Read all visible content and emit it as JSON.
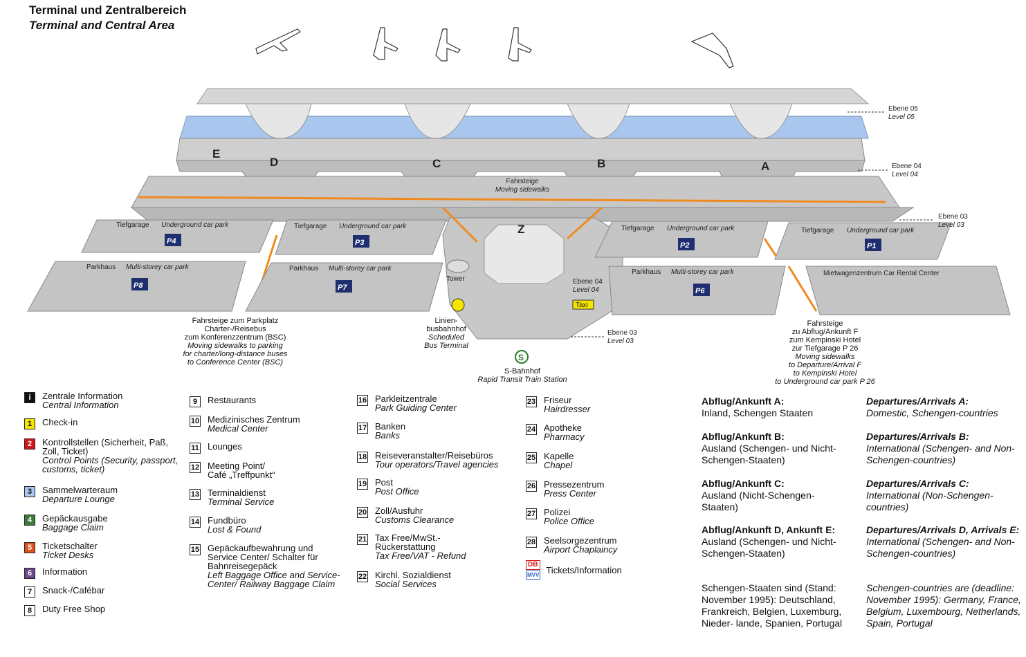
{
  "title": {
    "de": "Terminal und Zentralbereich",
    "en": "Terminal and Central Area"
  },
  "levels": {
    "l05_de": "Ebene 05",
    "l05_en": "Level 05",
    "l04_de": "Ebene 04",
    "l04_en": "Level 04",
    "l03_de": "Ebene 03",
    "l03_en": "Level 03",
    "l04b_de": "Ebene 04",
    "l04b_en": "Level 04",
    "l03b_de": "Ebene 03",
    "l03b_en": "Level 03"
  },
  "map": {
    "areas": [
      "E",
      "D",
      "C",
      "B",
      "A",
      "Z"
    ],
    "moving_de": "Fahrsteige",
    "moving_en": "Moving sidewalks",
    "tiefgarage": "Tiefgarage",
    "underground": "Underground car park",
    "parkhaus": "Parkhaus",
    "multistorey": "Multi-storey car park",
    "rental": "Mietwagenzentrum  Car Rental Center",
    "tower": "Tower",
    "taxi": "Taxi",
    "p_labels": [
      "P4",
      "P3",
      "P2",
      "P1",
      "P8",
      "P7",
      "P6"
    ]
  },
  "annotations": {
    "left": {
      "de1": "Fahrsteige zum Parkplatz",
      "de2": "Charter-/Reisebus",
      "de3": "zum Konferenzzentrum (BSC)",
      "en1": "Moving sidewalks to parking",
      "en2": "for charter/long-distance buses",
      "en3": "to Conference Center (BSC)"
    },
    "bus": {
      "de1": "Linien-",
      "de2": "busbahnhof",
      "en1": "Scheduled",
      "en2": "Bus Terminal"
    },
    "sbahn": {
      "de": "S-Bahnhof",
      "en": "Rapid Transit Train Station"
    },
    "right": {
      "de1": "Fahrsteige",
      "de2": "zu Abflug/Ankunft F",
      "de3": "zum Kempinski Hotel",
      "de4": "zur Tiefgarage P 26",
      "en1": "Moving sidewalks",
      "en2": "to Departure/Arrival F",
      "en3": "to Kempinski Hotel",
      "en4": "to Underground car park P 26"
    }
  },
  "legend_col1": [
    {
      "sym": "i",
      "color": "#111",
      "fg": "#fff",
      "de": "Zentrale Information",
      "en": "Central Information"
    },
    {
      "sym": "1",
      "color": "#f4e400",
      "fg": "#111",
      "de": "Check-in",
      "en": ""
    },
    {
      "sym": "2",
      "color": "#d8121b",
      "fg": "#fff",
      "de": "Kontrollstellen (Sicherheit, Paß, Zoll, Ticket)",
      "en": "Control Points (Security, passport, customs, ticket)"
    },
    {
      "sym": "3",
      "color": "#a9c6ee",
      "fg": "#111",
      "de": "Sammelwarteraum",
      "en": "Departure Lounge"
    },
    {
      "sym": "4",
      "color": "#3f7a3a",
      "fg": "#fff",
      "de": "Gepäckausgabe",
      "en": "Baggage Claim"
    },
    {
      "sym": "5",
      "color": "#e2501b",
      "fg": "#fff",
      "de": "Ticketschalter",
      "en": "Ticket Desks"
    },
    {
      "sym": "6",
      "color": "#6b4a8c",
      "fg": "#fff",
      "de": "Information",
      "en": ""
    },
    {
      "sym": "7",
      "color": "#fff",
      "fg": "#111",
      "de": "Snack-/Cafébar",
      "en": ""
    },
    {
      "sym": "8",
      "color": "#fff",
      "fg": "#111",
      "de": "Duty Free Shop",
      "en": ""
    }
  ],
  "legend_col2": [
    {
      "sym": "9",
      "de": "Restaurants",
      "en": ""
    },
    {
      "sym": "10",
      "de": "Medizinisches Zentrum",
      "en": "Medical Center"
    },
    {
      "sym": "11",
      "de": "Lounges",
      "en": ""
    },
    {
      "sym": "12",
      "de": "Meeting Point/ Café „Treffpunkt“",
      "en": ""
    },
    {
      "sym": "13",
      "de": "Terminaldienst",
      "en": "Terminal Service"
    },
    {
      "sym": "14",
      "de": "Fundbüro",
      "en": "Lost & Found"
    },
    {
      "sym": "15",
      "de": "Gepäckaufbewahrung und Service Center/ Schalter für Bahnreisegepäck",
      "en": "Left Baggage Office and Service-Center/ Railway Baggage Claim"
    }
  ],
  "legend_col3": [
    {
      "sym": "16",
      "de": "Parkleitzentrale",
      "en": "Park Guiding Center"
    },
    {
      "sym": "17",
      "de": "Banken",
      "en": "Banks"
    },
    {
      "sym": "18",
      "de": "Reiseveranstalter/Reisebüros",
      "en": "Tour operators/Travel agencies"
    },
    {
      "sym": "19",
      "de": "Post",
      "en": "Post Office"
    },
    {
      "sym": "20",
      "de": "Zoll/Ausfuhr",
      "en": "Customs Clearance"
    },
    {
      "sym": "21",
      "de": "Tax Free/MwSt.- Rückerstattung",
      "en": "Tax Free/VAT - Refund"
    },
    {
      "sym": "22",
      "de": "Kirchl. Sozialdienst",
      "en": "Social Services"
    }
  ],
  "legend_col4": [
    {
      "sym": "23",
      "de": "Friseur",
      "en": "Hairdresser"
    },
    {
      "sym": "24",
      "de": "Apotheke",
      "en": "Pharmacy"
    },
    {
      "sym": "25",
      "de": "Kapelle",
      "en": "Chapel"
    },
    {
      "sym": "26",
      "de": "Pressezentrum",
      "en": "Press Center"
    },
    {
      "sym": "27",
      "de": "Polizei",
      "en": "Police Office"
    },
    {
      "sym": "28",
      "de": "Seelsorgezentrum",
      "en": "Airport Chaplaincy"
    },
    {
      "sym": "DB",
      "sym2": "MVV",
      "de": "Tickets/Information",
      "en": ""
    }
  ],
  "departures_de": [
    {
      "h": "Abflug/Ankunft A:",
      "t": "Inland, Schengen Staaten"
    },
    {
      "h": "Abflug/Ankunft B:",
      "t": "Ausland (Schengen- und Nicht-Schengen-Staaten)"
    },
    {
      "h": "Abflug/Ankunft C:",
      "t": "Ausland (Nicht-Schengen- Staaten)"
    },
    {
      "h": "Abflug/Ankunft D, Ankunft E:",
      "t": "Ausland (Schengen- und Nicht-Schengen-Staaten)"
    },
    {
      "h": "",
      "t": "Schengen-Staaten sind (Stand: November 1995): Deutschland, Frankreich, Belgien, Luxemburg, Nieder- lande, Spanien, Portugal"
    }
  ],
  "departures_en": [
    {
      "h": "Departures/Arrivals A:",
      "t": "Domestic, Schengen-countries"
    },
    {
      "h": "Departures/Arrivals B:",
      "t": "International (Schengen- and Non-Schengen-countries)"
    },
    {
      "h": "Departures/Arrivals C:",
      "t": "International (Non-Schengen- countries)"
    },
    {
      "h": "Departures/Arrivals D, Arrivals E:",
      "t": "International (Schengen- and Non-Schengen-countries)"
    },
    {
      "h": "",
      "t": "Schengen-countries are (deadline: November 1995): Germany, France, Belgium, Luxembourg, Netherlands, Spain, Portugal"
    }
  ]
}
